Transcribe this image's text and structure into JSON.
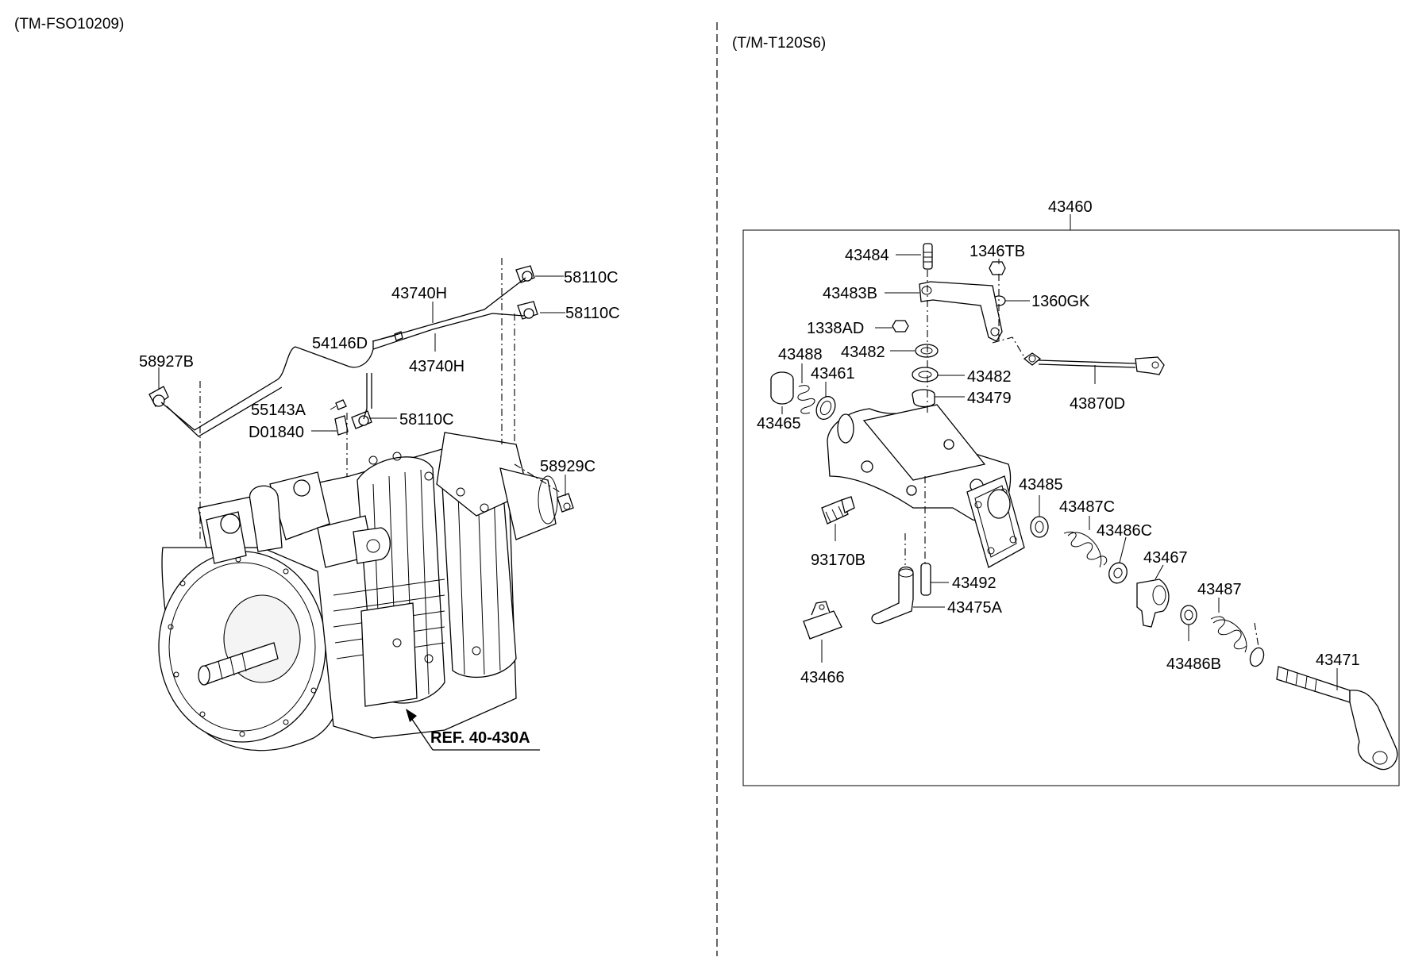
{
  "sections": {
    "left": {
      "variant": "(TM-FSO10209)"
    },
    "right": {
      "variant": "(T/M-T120S6)"
    }
  },
  "left_parts": {
    "p58110C_a": "58110C",
    "p58110C_b": "58110C",
    "p43740H_a": "43740H",
    "p43740H_b": "43740H",
    "p54146D": "54146D",
    "p58927B": "58927B",
    "p55143A": "55143A",
    "p58110C_c": "58110C",
    "pD01840": "D01840",
    "p58929C": "58929C",
    "ref": "REF. 40-430A"
  },
  "right_parts": {
    "assembly": "43460",
    "p43484": "43484",
    "p1346TB": "1346TB",
    "p43483B": "43483B",
    "p1360GK": "1360GK",
    "p1338AD": "1338AD",
    "p43488": "43488",
    "p43482_a": "43482",
    "p43461": "43461",
    "p43482_b": "43482",
    "p43870D": "43870D",
    "p43479": "43479",
    "p43465": "43465",
    "p43485": "43485",
    "p43487C": "43487C",
    "p43486C": "43486C",
    "p93170B": "93170B",
    "p43467": "43467",
    "p43492": "43492",
    "p43487": "43487",
    "p43475A": "43475A",
    "p43486B": "43486B",
    "p43471": "43471",
    "p43466": "43466"
  }
}
